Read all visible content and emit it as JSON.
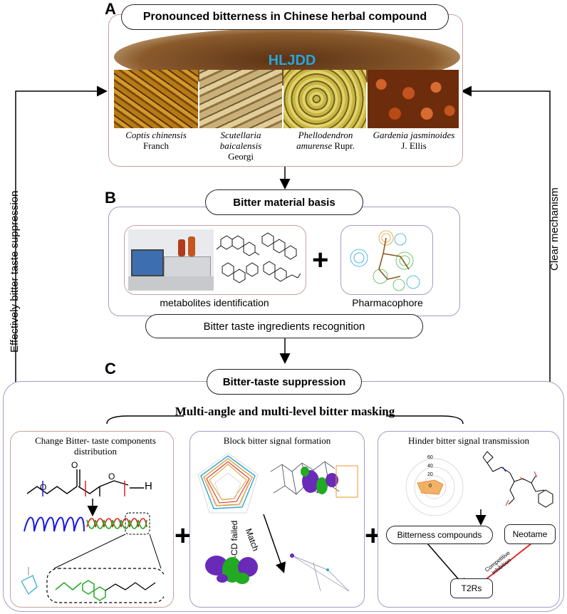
{
  "panels": {
    "a": {
      "letter": "A",
      "title": "Pronounced bitterness in Chinese herbal compound",
      "formula_label": "HLJDD",
      "herbs": [
        {
          "italic": "Coptis chinensis",
          "author": "Franch"
        },
        {
          "italic": "Scutellaria baicalensis",
          "author": "Georgi"
        },
        {
          "italic": "Phellodendron amurense",
          "author": "Rupr."
        },
        {
          "italic": "Gardenia jasminoides",
          "author": "J. Ellis"
        }
      ]
    },
    "b": {
      "letter": "B",
      "title": "Bitter material basis",
      "left_caption": "metabolites identification",
      "right_caption": "Pharmacophore",
      "plus": "+",
      "bottom_label": "Bitter taste ingredients recognition"
    },
    "c": {
      "letter": "C",
      "title": "Bitter-taste suppression",
      "subtitle": "Multi-angle and multi-level bitter masking",
      "plus": "+",
      "sub1": {
        "title_line1": "Change Bitter- taste components",
        "title_line2": "distribution",
        "chem_h": "H"
      },
      "sub2": {
        "title": "Block bitter signal formation",
        "match_label": "Match",
        "failed_label": "γ-CD failed"
      },
      "sub3": {
        "title": "Hinder bitter signal transmission",
        "bitter_box": "Bitterness compounds",
        "neotame_box": "Neotame",
        "t2rs_box": "T2Rs",
        "competitive_label": "Competitive inhibition",
        "radar_ticks": [
          "60",
          "40",
          "20",
          "0"
        ]
      }
    }
  },
  "side_labels": {
    "left": "Effectively bitter taste suppression",
    "right": "Clear mechanism"
  },
  "colors": {
    "panel_border": "#c9a0a0",
    "panel_b_border": "#a79ac4",
    "accent_blue": "#2aa5d8",
    "red": "#e02020",
    "green": "#22aa22",
    "blue": "#1a1ae0"
  }
}
